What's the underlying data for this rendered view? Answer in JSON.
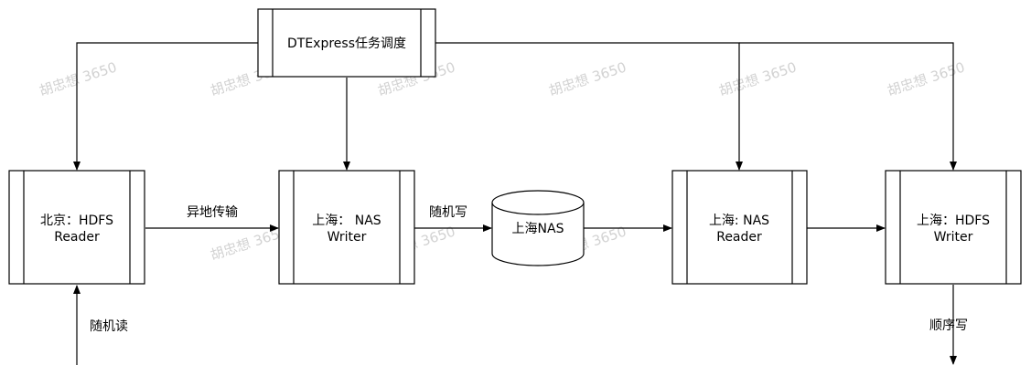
{
  "watermark": "胡忠想 3650",
  "nodes": {
    "scheduler": {
      "lines": [
        "DTExpress任务调度"
      ]
    },
    "bj_reader": {
      "lines": [
        "北京：HDFS",
        "Reader"
      ]
    },
    "sh_nas_writer": {
      "lines": [
        "上海： NAS",
        "Writer"
      ]
    },
    "sh_nas": {
      "lines": [
        "上海NAS"
      ]
    },
    "sh_nas_reader": {
      "lines": [
        "上海: NAS",
        "Reader"
      ]
    },
    "sh_hdfs_writer": {
      "lines": [
        "上海：HDFS",
        "Writer"
      ]
    }
  },
  "edges": {
    "transfer": "异地传输",
    "random_write": "随机写",
    "random_read": "随机读",
    "sequential_write": "顺序写"
  }
}
